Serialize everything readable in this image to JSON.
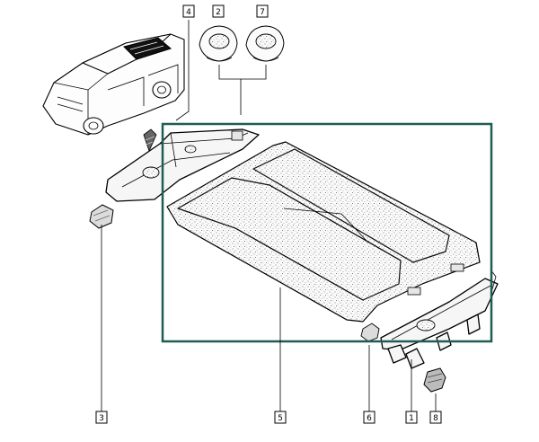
{
  "diagram": {
    "callouts": [
      {
        "id": "c4",
        "label": "4"
      },
      {
        "id": "c2",
        "label": "2"
      },
      {
        "id": "c7",
        "label": "7"
      },
      {
        "id": "c3",
        "label": "3"
      },
      {
        "id": "c5",
        "label": "5"
      },
      {
        "id": "c6",
        "label": "6"
      },
      {
        "id": "c1",
        "label": "1"
      },
      {
        "id": "c8",
        "label": "8"
      }
    ],
    "frame_color": "#1f5c55"
  }
}
